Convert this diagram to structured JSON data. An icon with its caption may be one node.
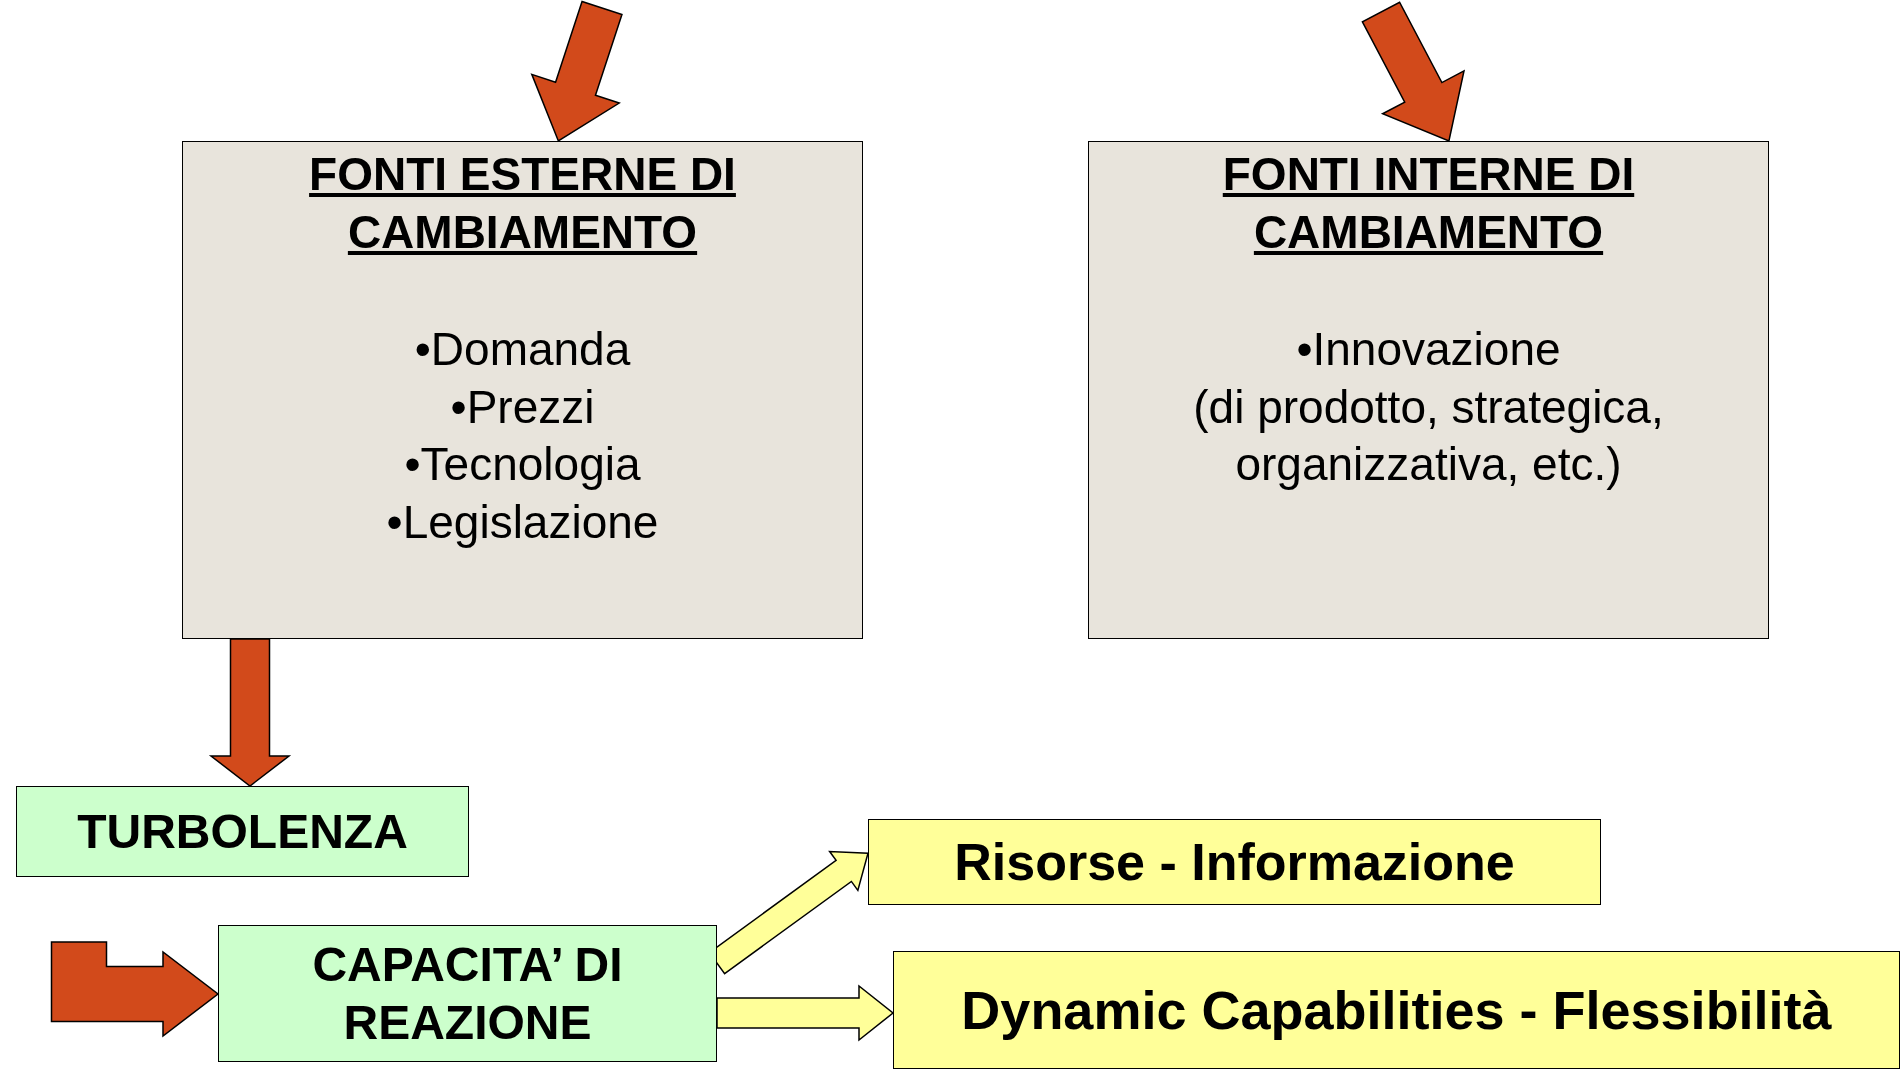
{
  "diagram": {
    "nodes": [
      {
        "text": [
          "FONTI ESTERNE DI CAMBIAMENTO",
          "•Domanda",
          "•Prezzi",
          "•Tecnologia",
          "•Legislazione"
        ]
      },
      {
        "text": [
          "FONTI INTERNE DI CAMBIAMENTO",
          "•Innovazione",
          "(di prodotto, strategica, organizzativa, etc.)"
        ]
      },
      {
        "text": [
          "TURBOLENZA"
        ]
      },
      {
        "text": [
          "CAPACITA’ DI REAZIONE"
        ]
      },
      {
        "text": [
          "Risorse - Informazione"
        ]
      },
      {
        "text": [
          "Dynamic Capabilities - Flessibilità"
        ]
      }
    ],
    "edges": [
      {
        "from": null,
        "to": 0,
        "arrow": "to",
        "style": "thick"
      },
      {
        "from": null,
        "to": 1,
        "arrow": "to",
        "style": "thick"
      },
      {
        "from": 0,
        "to": 2,
        "arrow": "to",
        "style": "thick"
      },
      {
        "from": null,
        "to": 3,
        "arrow": "to",
        "style": "thick"
      },
      {
        "from": 3,
        "to": 4,
        "arrow": "to",
        "style": "thick",
        "color": "#ffff99"
      },
      {
        "from": 3,
        "to": 5,
        "arrow": "to",
        "style": "thick",
        "color": "#ffff99"
      }
    ]
  }
}
